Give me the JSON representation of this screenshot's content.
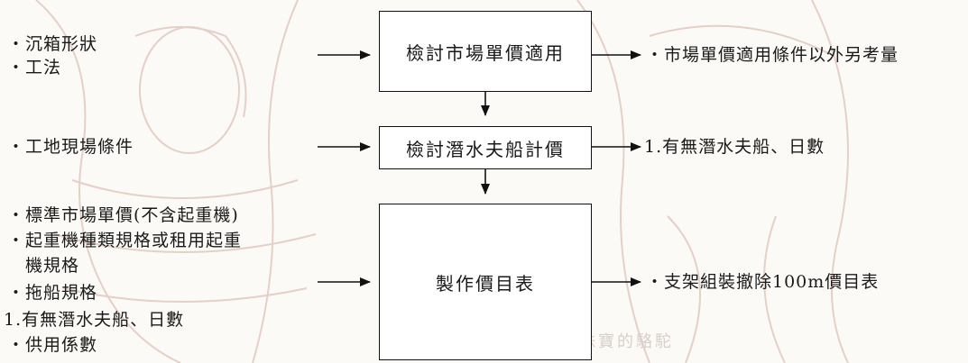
{
  "left_groups": {
    "group1": [
      "・沉箱形狀",
      "・工法"
    ],
    "group2": [
      "・工地現場條件"
    ],
    "group3": [
      "・標準市場單價(不含起重機)",
      "・起重機種類規格或租用起重",
      "機規格",
      "・拖船規格",
      "1.有無潛水夫船、日數",
      "・供用係數"
    ]
  },
  "boxes": {
    "box1": "檢討市場單價適用",
    "box2": "檢討潛水夫船計價",
    "box3": "製作價目表"
  },
  "right_outputs": {
    "out1": "・市場單價適用條件以外另考量",
    "out2": "1.有無潛水夫船、日數",
    "out3": "・支架組裝撤除100m價目表"
  },
  "watermark": "戴滿珠寶的駱駝",
  "colors": {
    "line": "#111111",
    "background_art": "#d8b2a6"
  }
}
